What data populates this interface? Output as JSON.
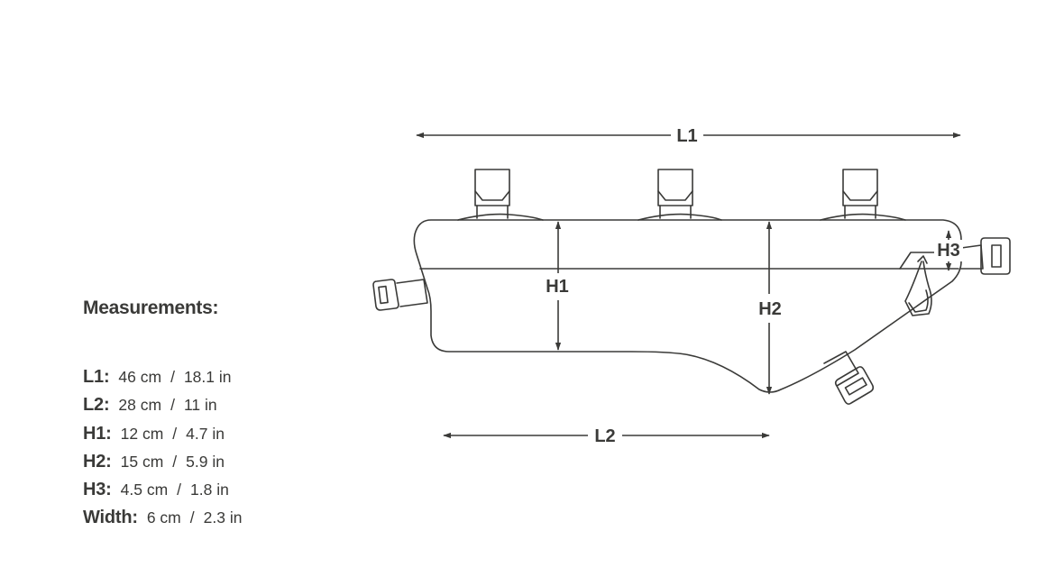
{
  "diagram": {
    "labels": {
      "l1": "L1",
      "l2": "L2",
      "h1": "H1",
      "h2": "H2",
      "h3": "H3"
    },
    "stroke_color": "#3a3a38"
  },
  "measurements": {
    "title": "Measurements:",
    "rows": [
      {
        "key": "L1:",
        "cm": "46 cm",
        "sep": "/",
        "inch": "18.1 in"
      },
      {
        "key": "L2:",
        "cm": "28 cm",
        "sep": "/",
        "inch": "11 in"
      },
      {
        "key": "H1:",
        "cm": "12 cm",
        "sep": "/",
        "inch": "4.7 in"
      },
      {
        "key": "H2:",
        "cm": "15 cm",
        "sep": "/",
        "inch": "5.9 in"
      },
      {
        "key": "H3:",
        "cm": "4.5 cm",
        "sep": "/",
        "inch": "1.8 in"
      },
      {
        "key": "Width:",
        "cm": "6 cm",
        "sep": "/",
        "inch": "2.3 in"
      }
    ]
  }
}
